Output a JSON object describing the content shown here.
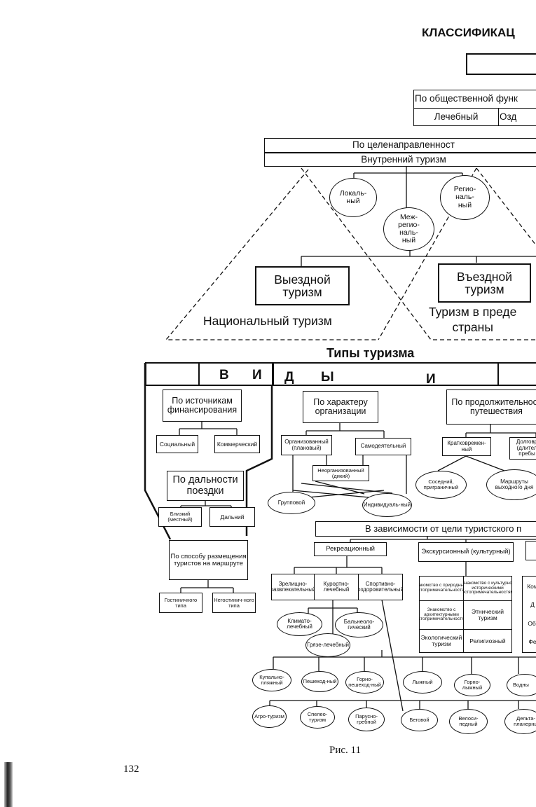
{
  "title": "КЛАССИФИКАЦ",
  "upper": {
    "social_function": "По общественной функ",
    "medical": "Лечебный",
    "wellness": "Озд",
    "purpose": "По целенаправленност",
    "domestic": "Внутренний туризм",
    "local": "Локаль-\nный",
    "regional": "Регио-\nналь-\nный",
    "interregional": "Меж-\nрегио-\nналь-\nный",
    "outbound": "Выездной туризм",
    "inbound": "Въездной туризм",
    "national": "Национальный туризм",
    "within_country": "Туризм в преде\nстраны"
  },
  "types_title": "Типы туризма",
  "header_letters": [
    "В",
    "И",
    "Д",
    "Ы",
    "И"
  ],
  "left": {
    "financing": "По источникам финансирования",
    "social": "Социальный",
    "commercial": "Коммерческий",
    "distance": "По дальности поездки",
    "near": "Близкий (местный)",
    "far": "Дальний",
    "accommodation": "По способу размещения туристов на маршруте",
    "hotel": "Гостиничного типа",
    "nonhotel": "Негостинич-ного типа"
  },
  "middle": {
    "organization": "По характеру организации",
    "organized": "Организованный (плановый)",
    "self": "Самодеятельный",
    "unorganized": "Неорганизованный (дикий)",
    "group": "Групповой",
    "individual": "Индивидуаль-ный"
  },
  "right": {
    "duration": "По продолжительност путешествия",
    "short": "Кратковремен-ный",
    "long": "Долговр (длител пребы",
    "neighbor": "Соседний, приграничный",
    "weekend": "Маршруты выходного дня"
  },
  "purpose_section": {
    "header": "В зависимости от цели туристского п",
    "recreational": "Рекреационный",
    "excursion": "Экскурсионный (культурный)",
    "entertainment": "Зрелищно-развлекательный",
    "resort": "Курортно-лечебный",
    "sport": "Спортивно-оздоровительный",
    "climate": "Климато-лечебный",
    "balneo": "Бальнеоло-гический",
    "mud": "Грязе-лечебный",
    "nature_sights": "Знакомство с природными достопримечательностями",
    "culture_sights": "Знакомство с культурно-историческими достопримечательностями",
    "architecture": "Знакомство с архитектурными достопримечательностями",
    "ethnic": "Этнический туризм",
    "ecological": "Экологический туризм",
    "religious": "Религиозный",
    "right_partial": [
      "Ком",
      "Д",
      "Обі",
      "Фе"
    ]
  },
  "sport_kinds_row1": [
    "Купально-пляжный",
    "Пешеход-ный",
    "Горно-пешеход-ный",
    "Лыжный",
    "Горно-лыжный",
    "Водны"
  ],
  "sport_kinds_row2": [
    "Агро-туризм",
    "Спелео-туризм",
    "Парусно-гребной",
    "Беговой",
    "Велоси-педный",
    "Дельта-планерны"
  ],
  "caption": "Рис. 11",
  "page_number": "132"
}
